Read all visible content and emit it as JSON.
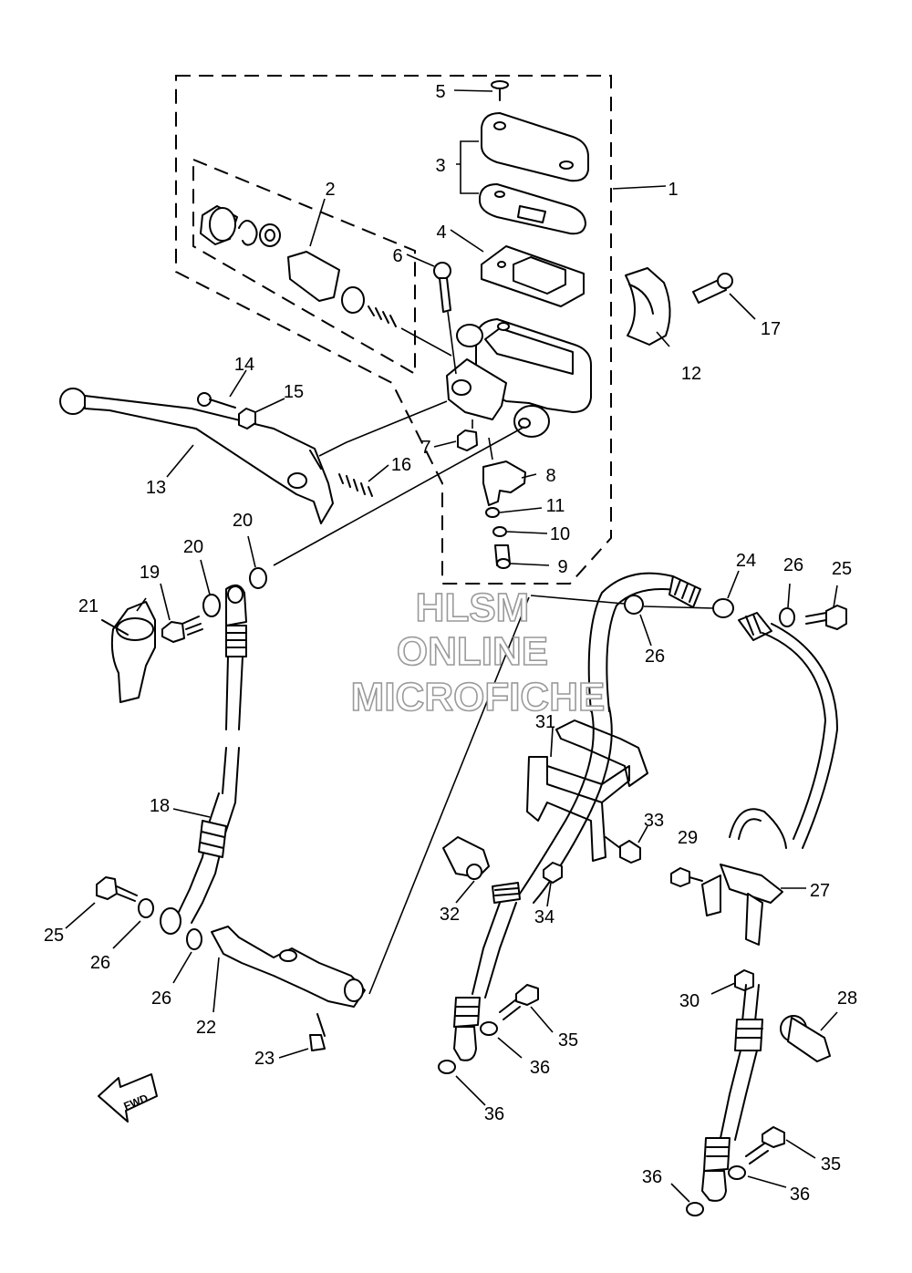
{
  "callouts": [
    "1",
    "2",
    "3",
    "4",
    "5",
    "6",
    "7",
    "8",
    "9",
    "10",
    "11",
    "12",
    "13",
    "14",
    "15",
    "16",
    "17",
    "18",
    "19",
    "20",
    "20",
    "21",
    "22",
    "23",
    "24",
    "25",
    "25",
    "26",
    "26",
    "26",
    "26",
    "27",
    "28",
    "29",
    "30",
    "31",
    "32",
    "33",
    "34",
    "35",
    "35",
    "36",
    "36",
    "36",
    "36"
  ],
  "watermark": {
    "line1": "HLSM",
    "line2": "ONLINE",
    "line3": "MICROFICHE"
  },
  "direction_marker": "FWD"
}
